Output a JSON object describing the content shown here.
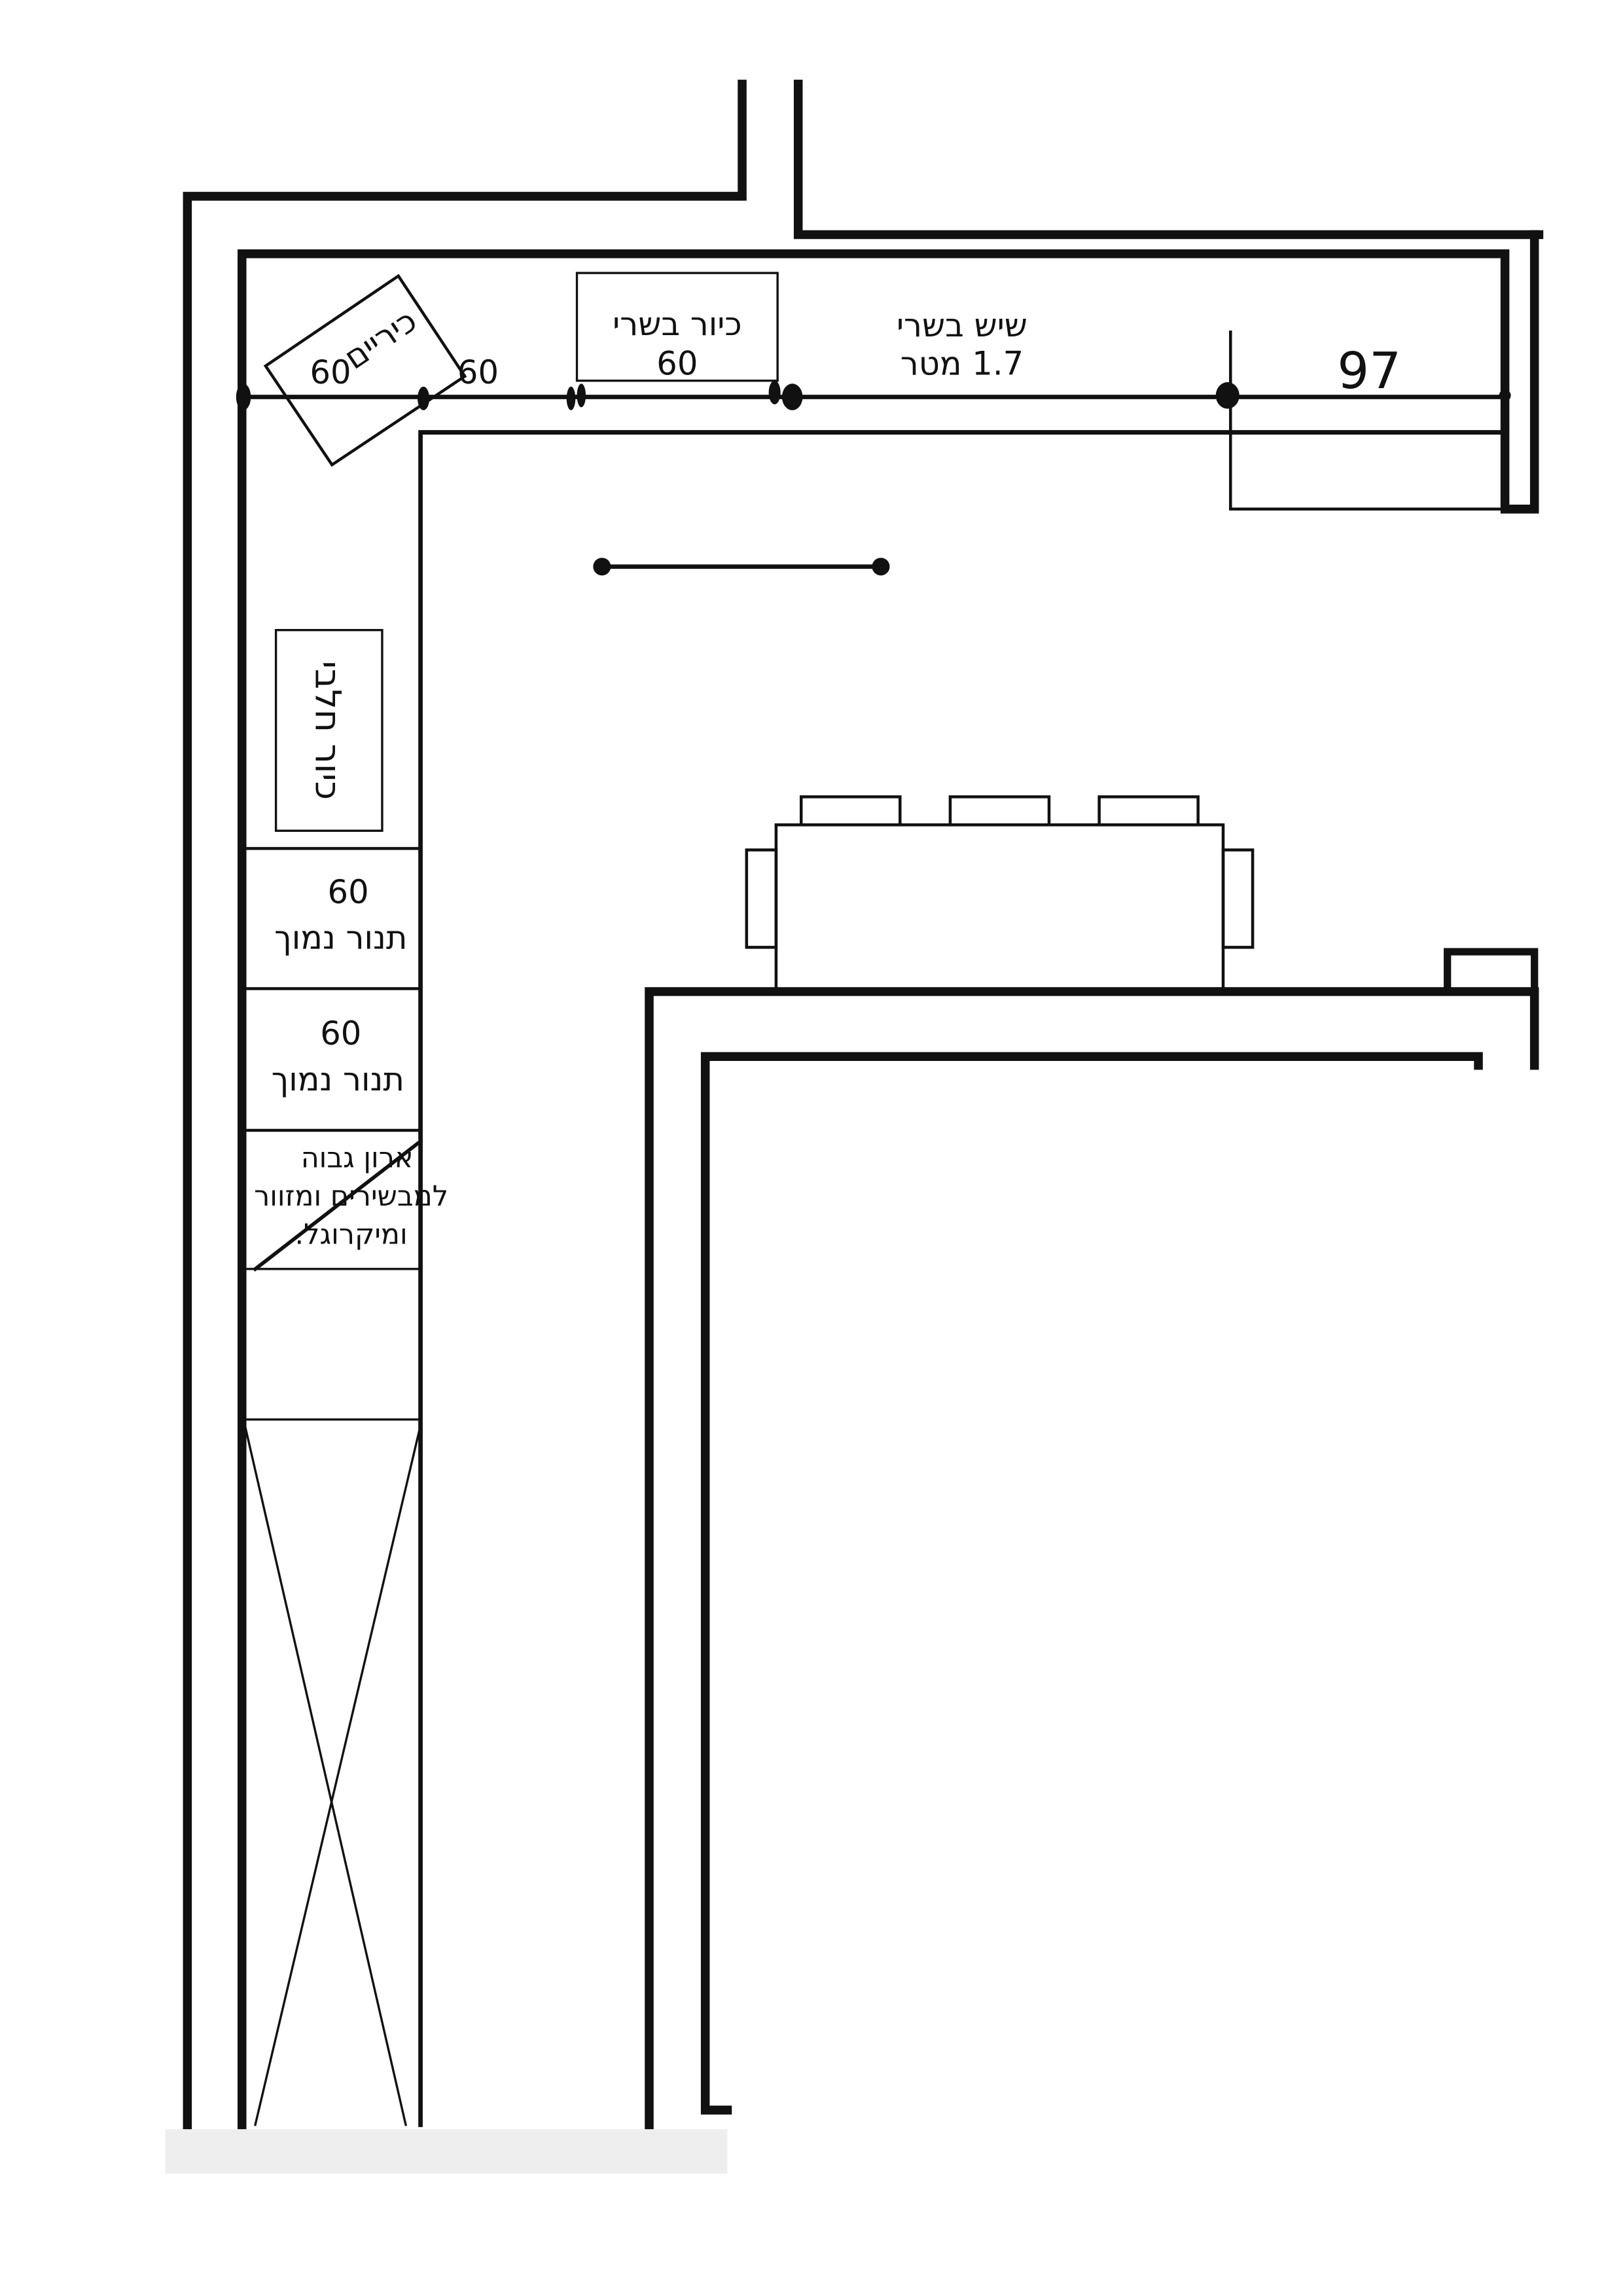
{
  "plan": {
    "cooktop": {
      "label": "כיריים",
      "size": "60"
    },
    "corner_dim": "60",
    "meat_sink": {
      "label": "כיור בשרי",
      "size": "60"
    },
    "meat_counter": {
      "label": "שיש בשרי",
      "length": "1.7 מטר"
    },
    "side_dim": "97",
    "dairy_sink": {
      "label": "כיור חלבי"
    },
    "oven_1": {
      "size": "60",
      "label": "תנור נמוך"
    },
    "oven_2": {
      "size": "60",
      "label": "תנור נמוך"
    },
    "tall_cabinet": {
      "line1": "ארון גבוה",
      "line2": "למבשירים ומזוור",
      "line3": "ומיקרוגל."
    }
  },
  "colors": {
    "ink": "#111111",
    "floor": "#eeeeee"
  }
}
